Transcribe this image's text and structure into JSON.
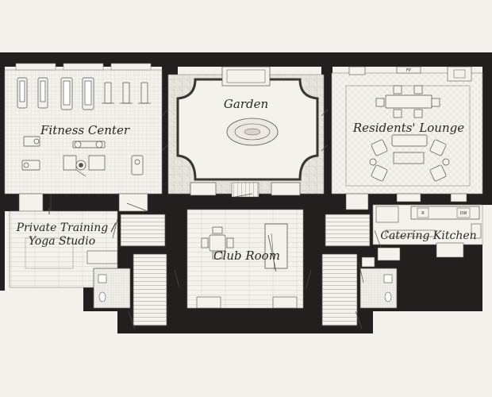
{
  "colors": {
    "background": "#f3f1eb",
    "wall": "#231f1e",
    "floor": "#f4f2ec",
    "line": "#6b6661"
  },
  "rooms": {
    "fitness": "Fitness Center",
    "garden": "Garden",
    "lounge": "Residents' Lounge",
    "training_line1": "Private Training /",
    "training_line2": "Yoga Studio",
    "club": "Club Room",
    "catering": "Catering Kitchen"
  },
  "tags": {
    "fp": "FP",
    "fridge": "R",
    "dishwasher": "DW"
  }
}
